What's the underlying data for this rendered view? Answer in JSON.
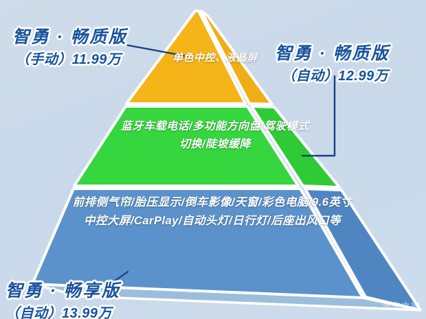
{
  "background": {
    "color": "#ccdcec"
  },
  "watermark": {
    "text": "汽车之家"
  },
  "pyramid": {
    "tiers": [
      {
        "id": "top",
        "color": "#f5b417",
        "side_color": "#f0ae16",
        "text": "单色中控、液晶屏"
      },
      {
        "id": "middle",
        "color": "#35d63e",
        "side_color": "#2ecb36",
        "text": "蓝牙车载电话/多功能方向盘/驾驶模式切换/陡坡缓降"
      },
      {
        "id": "base",
        "color": "#5b92cb",
        "side_color": "#4f86c2",
        "bottom_color": "#9cbedd",
        "text": "前排侧气帘/胎压显示/倒车影像/天窗/彩色电脑/9.6英寸中控大屏/CarPlay/自动头灯/日行灯/后座出风口等"
      }
    ],
    "edge_color": "#ffffff"
  },
  "callouts": {
    "manual": {
      "title": "智勇 · 畅质版",
      "price": "（手动）11.99万",
      "color": "#17539f"
    },
    "auto_mid": {
      "title": "智勇 · 畅质版",
      "price": "（自动）12.99万",
      "color": "#17539f"
    },
    "auto_base": {
      "title": "智勇 · 畅享版",
      "price": "（自动）13.99万",
      "color": "#17539f"
    }
  },
  "connectors": {
    "color": "#16407e"
  }
}
